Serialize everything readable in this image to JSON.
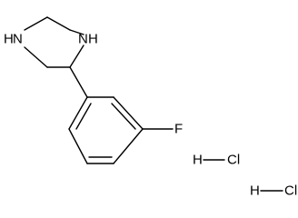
{
  "molecule": {
    "atoms": {
      "n1": "N",
      "n2": "N",
      "h1": "H",
      "h2": "H",
      "f": "F"
    },
    "salt": [
      {
        "h": "H",
        "cl": "Cl"
      },
      {
        "h": "H",
        "cl": "Cl"
      }
    ]
  },
  "colors": {
    "bond": "#000000",
    "label": "#000000",
    "background": "#ffffff"
  }
}
